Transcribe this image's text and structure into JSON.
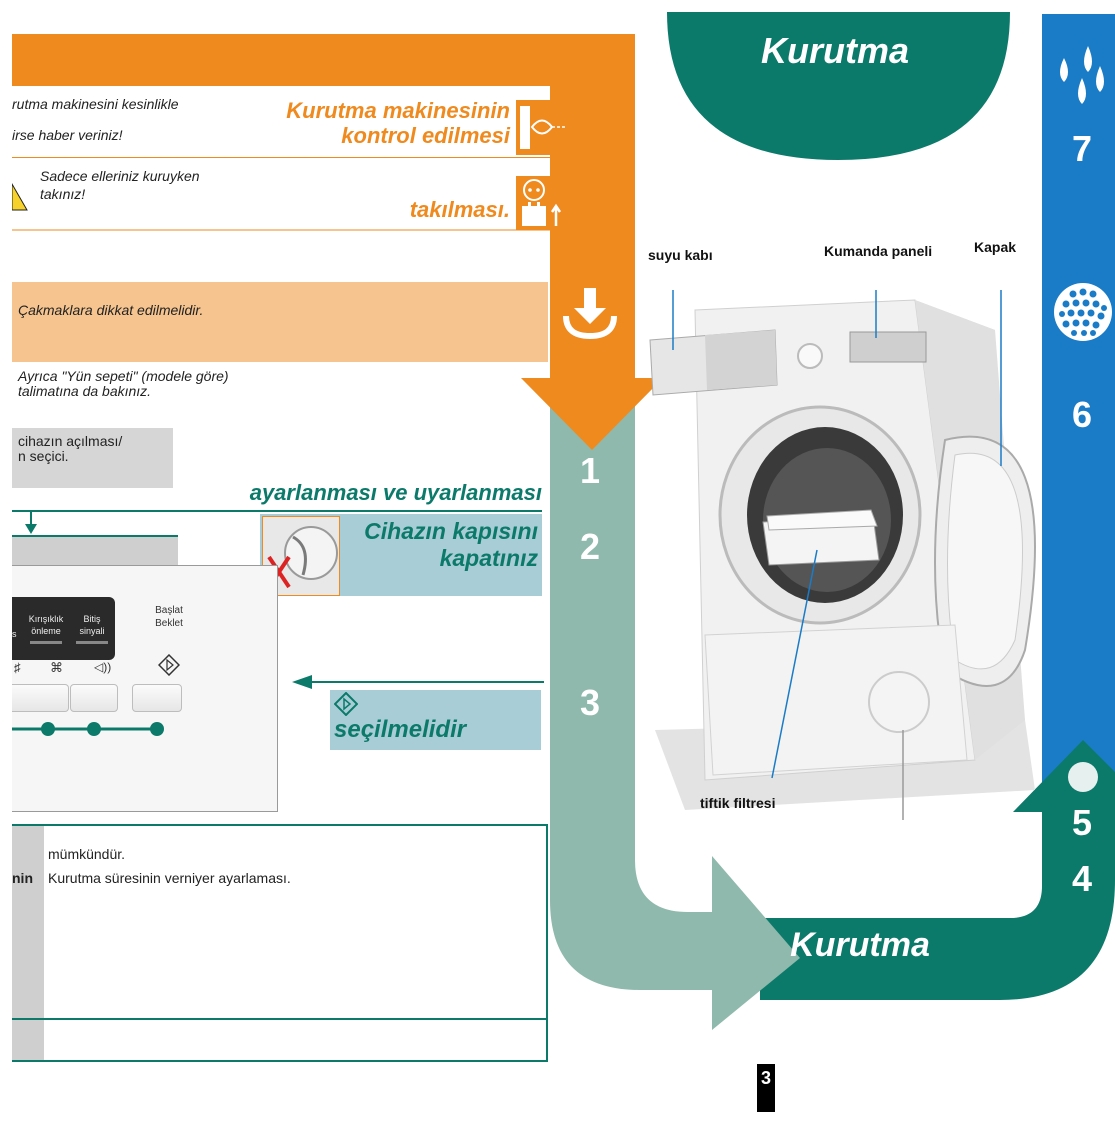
{
  "top_left": {
    "warning1_line1": "rutma makinesini kesinlikle",
    "warning1_line2": "irse haber veriniz!",
    "warning2_line1": "Sadece elleriniz kuruyken",
    "warning2_line2": "takınız!",
    "title_check_line1": "Kurutma makinesinin",
    "title_check_line2": "kontrol edilmesi",
    "title_plug": "takılması.",
    "lighter_note": "Çakmaklara dikkat edilmelidir.",
    "wool_note_line1": "Ayrıca \"Yün sepeti\" (modele göre)",
    "wool_note_line2": "talimatına da bakınız."
  },
  "middle_left": {
    "gray_box_line1": "cihazın açılması/",
    "gray_box_line2": "n seçici.",
    "heading_settings": "ayarlanması ve uyarlanması",
    "close_door_line1": "Cihazın kapısını",
    "close_door_line2": "kapatınız",
    "select_label": "seçilmelidir"
  },
  "control_panel": {
    "display_label1_line1": "Kırışıklık",
    "display_label1_line2": "önleme",
    "display_label2_line1": "Bitiş",
    "display_label2_line2": "sinyali",
    "display_edge": "s",
    "start_label_line1": "Başlat",
    "start_label_line2": "Beklet"
  },
  "bottom_table": {
    "row1_text": "mümkündür.",
    "row2_label": "nin",
    "row2_text": "Kurutma süresinin verniyer ayarlaması."
  },
  "right": {
    "top_banner": "Kurutma",
    "bottom_banner": "Kurutma",
    "label_water": "suyu kabı",
    "label_panel": "Kumanda paneli",
    "label_door": "Kapak",
    "label_filter": "tiftik filtresi",
    "page_number": "3"
  },
  "steps": {
    "s1": "1",
    "s2": "2",
    "s3": "3",
    "s4": "4",
    "s5": "5",
    "s6": "6",
    "s7": "7"
  },
  "colors": {
    "orange": "#ef8a1f",
    "light_orange": "#f5c48f",
    "teal_light": "#8fb9ac",
    "teal_dark": "#0c7a6a",
    "blue": "#1a7cc7",
    "light_blue_box": "#a9cdd6"
  }
}
